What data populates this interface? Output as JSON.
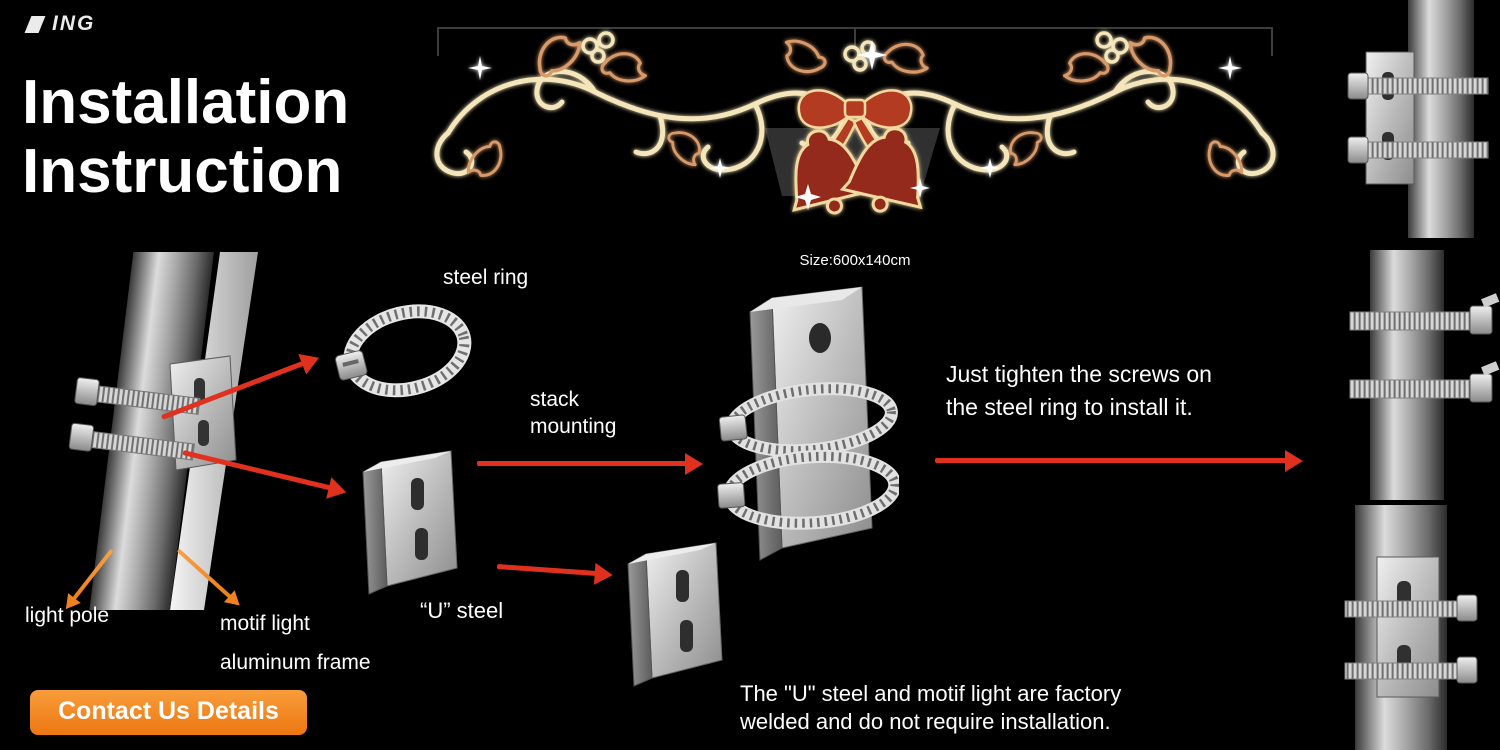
{
  "logo": {
    "visible_text": "ING"
  },
  "title": {
    "line1": "Installation",
    "line2": "Instruction"
  },
  "motif": {
    "size_label": "Size:600x140cm"
  },
  "labels": {
    "steel_ring": "steel ring",
    "stack_line1": "stack",
    "stack_line2": "mounting",
    "u_steel": "“U”  steel",
    "light_pole": "light pole",
    "motif_frame_line1": "motif light",
    "motif_frame_line2": "aluminum frame"
  },
  "instructions": {
    "tighten_line1": "Just tighten the screws on",
    "tighten_line2": "the steel ring to install it.",
    "factory_line1": "The \"U\" steel and motif light are factory",
    "factory_line2": "welded and do not require installation."
  },
  "cta": {
    "label": "Contact Us Details"
  },
  "colors": {
    "background": "#000000",
    "arrow_red": "#e0311f",
    "arrow_orange": "#f08a2e",
    "cta_orange": "#f5851f",
    "motif_gold": "#f4e6ba",
    "motif_red": "#a63322",
    "holly_outline": "#d89a6a",
    "metal_light": "#dcdcdc",
    "metal_dark": "#2c2c2c"
  }
}
